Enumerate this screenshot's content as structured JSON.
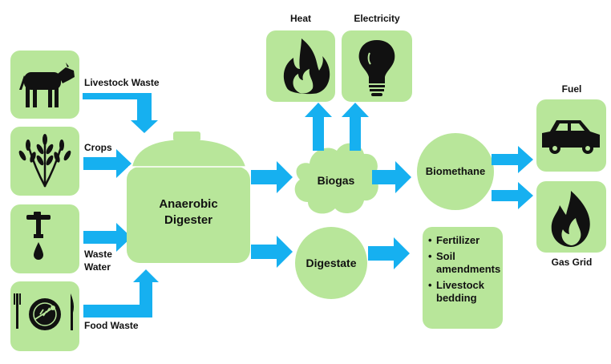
{
  "inputs": {
    "livestock": "Livestock Waste",
    "crops": "Crops",
    "waste_water_line1": "Waste",
    "waste_water_line2": "Water",
    "food": "Food Waste"
  },
  "digester": {
    "line1": "Anaerobic",
    "line2": "Digester"
  },
  "biogas": "Biogas",
  "digestate": "Digestate",
  "heat": "Heat",
  "electricity": "Electricity",
  "biomethane": "Biomethane",
  "fuel": "Fuel",
  "gas_grid": "Gas Grid",
  "digestate_products": [
    "Fertilizer",
    "Soil amendments",
    "Livestock bedding"
  ],
  "colors": {
    "box_fill": "#b8e69a",
    "arrow": "#16b0f0",
    "icon": "#111111"
  }
}
